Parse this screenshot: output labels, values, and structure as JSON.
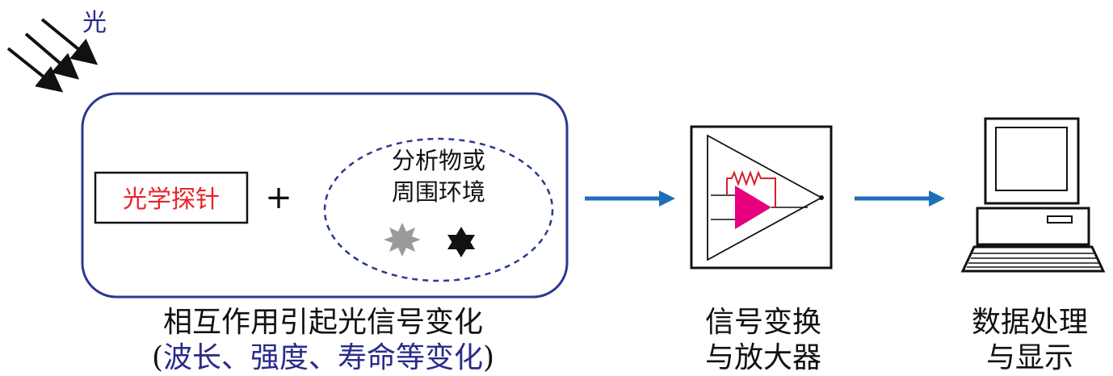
{
  "light_label": "光",
  "probe_label": "光学探针",
  "plus_sign": "+",
  "analyte_label": [
    "分析物或",
    "周围环境"
  ],
  "caption_interaction": {
    "line1": "相互作用引起光信号变化",
    "open_paren": "(",
    "detail": "波长、强度、寿命等变化",
    "close_paren": ")"
  },
  "caption_amplifier": [
    "信号变换",
    "与放大器"
  ],
  "caption_processing": [
    "数据处理",
    "与显示"
  ],
  "colors": {
    "probe_text": "#e8232a",
    "light_text": "#2a2a8a",
    "detail_text": "#2a2a8a",
    "frame_blue": "#2b3990",
    "arrow_blue": "#1f6fb8",
    "triangle_magenta": "#e6007e",
    "resistor_red": "#d6202a",
    "star_gray": "#9a9a9a",
    "star_black": "#111111"
  },
  "icons": [
    "light-rays-icon",
    "gray-burst-star-icon",
    "black-hexagram-star-icon",
    "amplifier-icon",
    "computer-icon"
  ]
}
